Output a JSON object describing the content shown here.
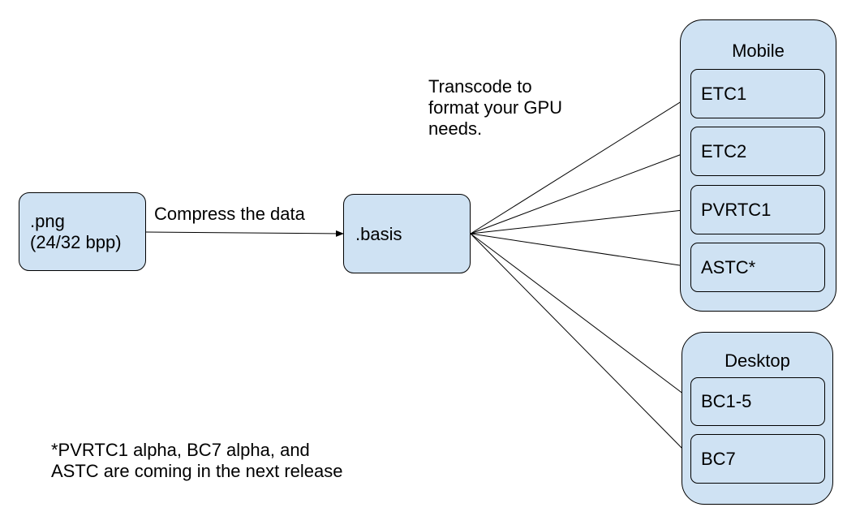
{
  "nodes": {
    "png": {
      "line1": ".png",
      "line2": "(24/32 bpp)"
    },
    "basis": {
      "label": ".basis"
    }
  },
  "edge_labels": {
    "compress": "Compress the data",
    "transcode": [
      "Transcode to",
      "format your GPU",
      "needs."
    ]
  },
  "groups": {
    "mobile": {
      "title": "Mobile",
      "items": [
        "ETC1",
        "ETC2",
        "PVRTC1",
        "ASTC*"
      ]
    },
    "desktop": {
      "title": "Desktop",
      "items": [
        "BC1-5",
        "BC7"
      ]
    }
  },
  "footnote": [
    "*PVRTC1 alpha, BC7 alpha, and",
    "ASTC are coming in the next release"
  ],
  "colors": {
    "box_fill": "#cfe2f3",
    "stroke": "#000000"
  }
}
